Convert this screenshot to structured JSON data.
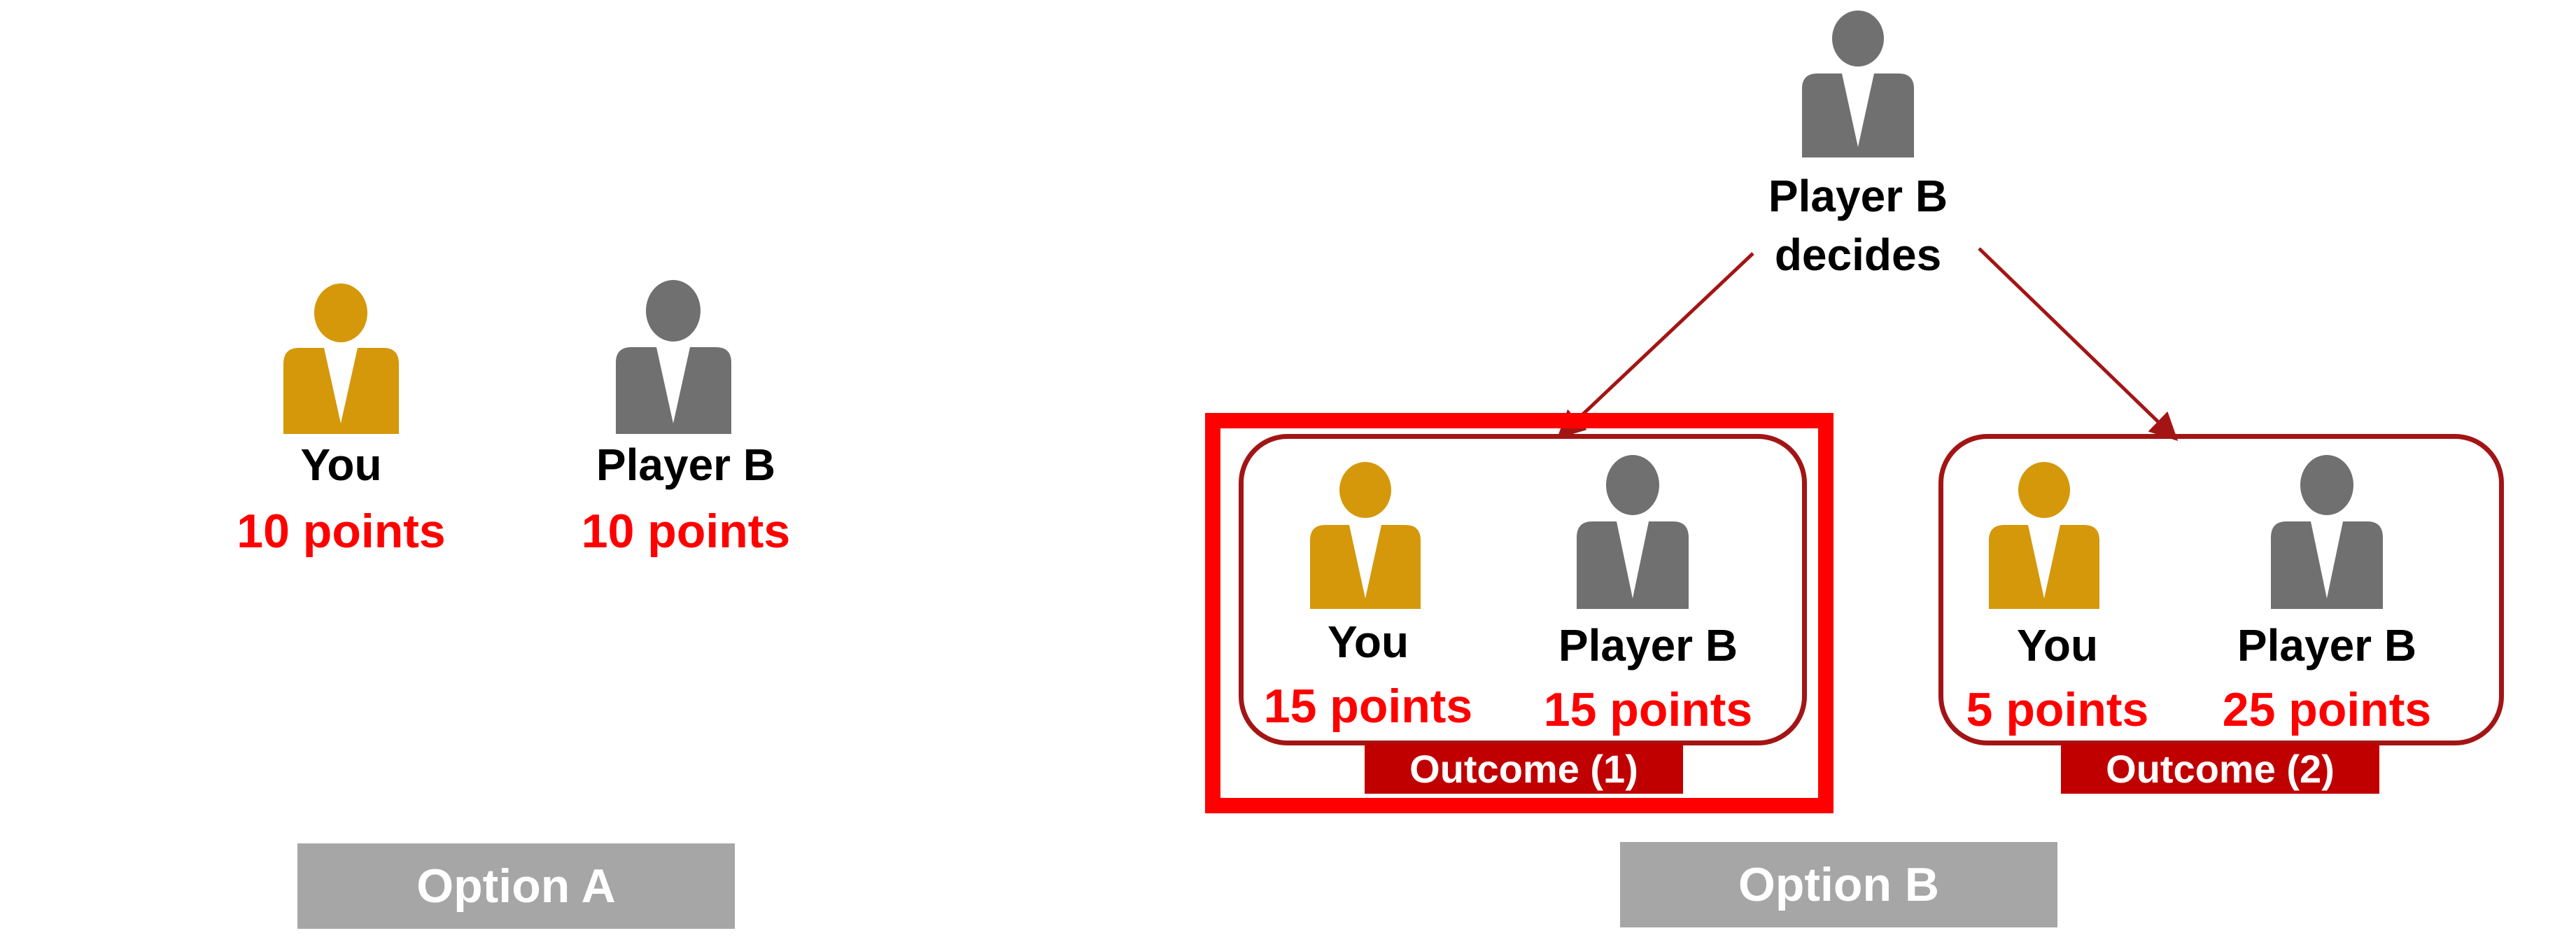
{
  "colors": {
    "you": "#d4980a",
    "player_b": "#707070",
    "points": "#ff0000",
    "box_border": "#a31515",
    "highlight": "#ff0000",
    "outcome_tag": "#c00000",
    "option_button": "#a6a6a6"
  },
  "option_a": {
    "label": "Option A",
    "you": {
      "name": "You",
      "points": "10 points"
    },
    "player_b": {
      "name": "Player B",
      "points": "10 points"
    }
  },
  "option_b": {
    "label": "Option B",
    "decider": {
      "line1": "Player B",
      "line2": "decides"
    },
    "outcome1": {
      "tag": "Outcome (1)",
      "selected": true,
      "you": {
        "name": "You",
        "points": "15 points"
      },
      "player_b": {
        "name": "Player B",
        "points": "15 points"
      }
    },
    "outcome2": {
      "tag": "Outcome (2)",
      "selected": false,
      "you": {
        "name": "You",
        "points": "5 points"
      },
      "player_b": {
        "name": "Player B",
        "points": "25 points"
      }
    }
  }
}
